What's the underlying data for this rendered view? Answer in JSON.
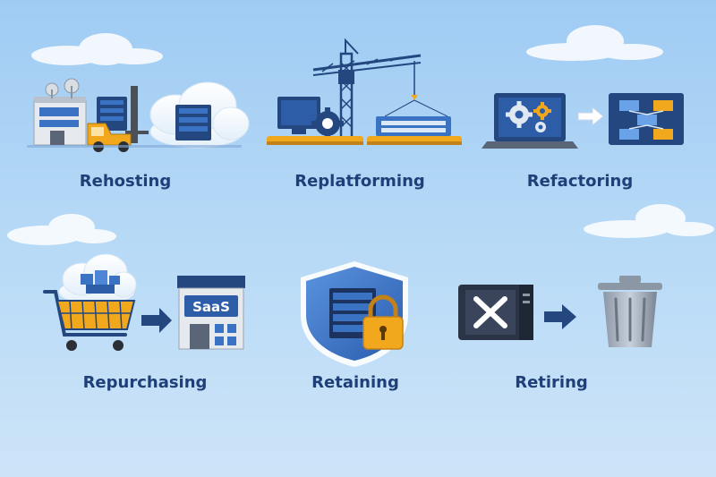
{
  "strategies": [
    {
      "id": "rehosting",
      "label": "Rehosting",
      "icon": "forklift-servers-cloud-icon"
    },
    {
      "id": "replatforming",
      "label": "Replatforming",
      "icon": "crane-platform-icon"
    },
    {
      "id": "refactoring",
      "label": "Refactoring",
      "icon": "laptop-gears-architecture-icon"
    },
    {
      "id": "repurchasing",
      "label": "Repurchasing",
      "icon": "cart-saas-icon"
    },
    {
      "id": "retaining",
      "label": "Retaining",
      "icon": "shield-server-lock-icon"
    },
    {
      "id": "retiring",
      "label": "Retiring",
      "icon": "server-trash-icon"
    }
  ],
  "saas_sign": "SaaS",
  "colors": {
    "navy": "#1f3f78",
    "dark_blue": "#22467f",
    "mid_blue": "#3b73c4",
    "orange": "#f2a81d",
    "sky_top": "#9fcbf3",
    "sky_bottom": "#cde4f8"
  }
}
